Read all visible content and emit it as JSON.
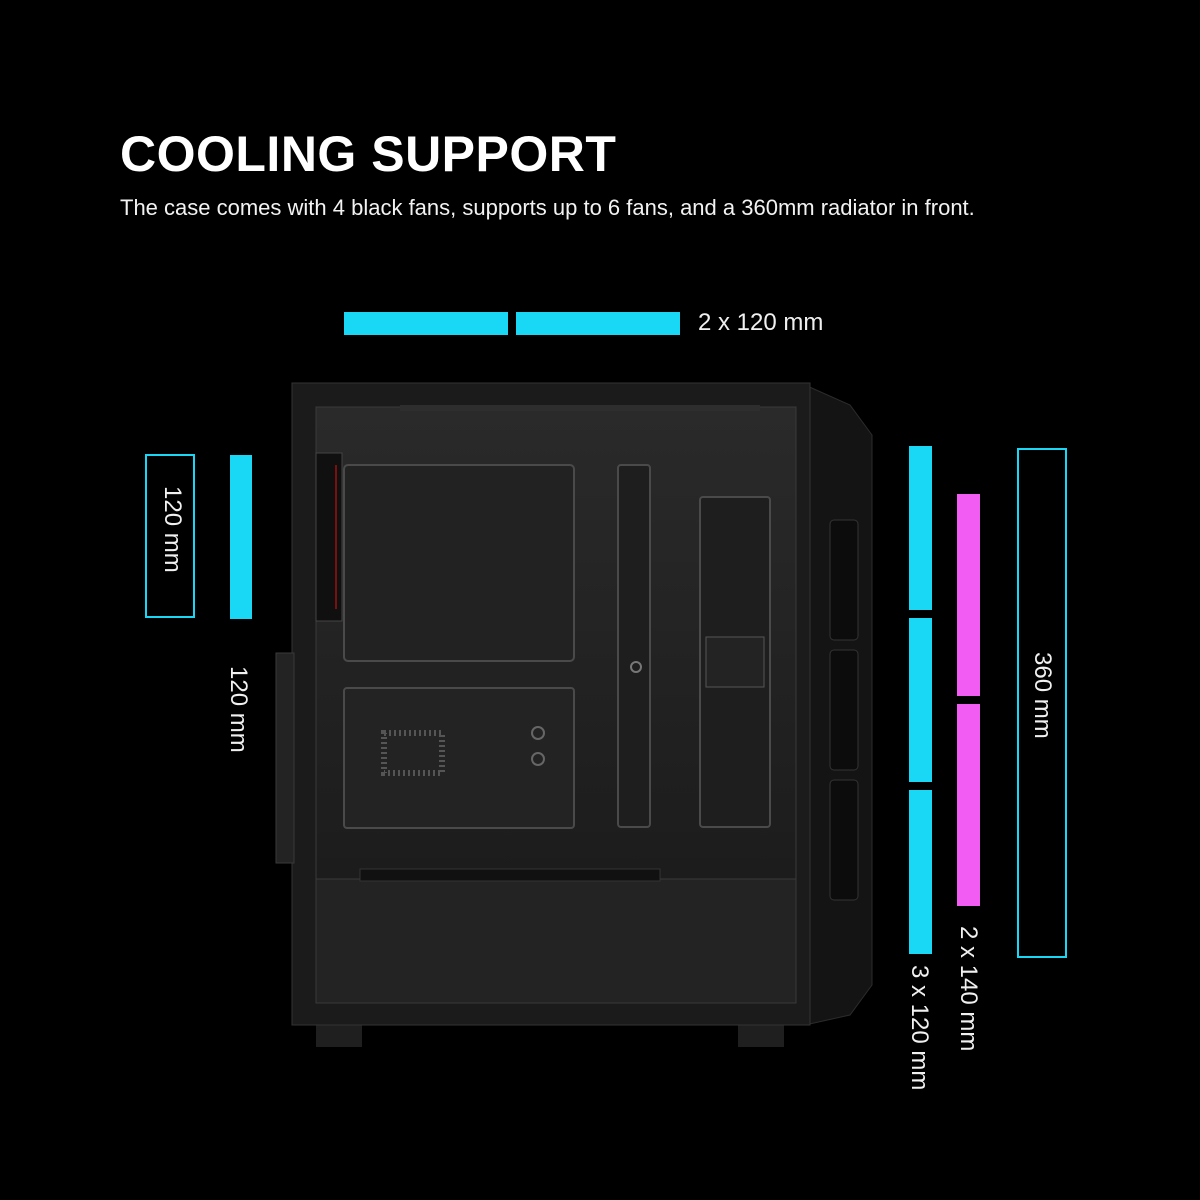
{
  "heading": {
    "title": "COOLING SUPPORT",
    "subtitle": "The case comes with 4 black fans, supports up to 6 fans, and a 360mm radiator in front."
  },
  "colors": {
    "background": "#000000",
    "cyan": "#19d8f6",
    "magenta": "#f25cf2",
    "case": "#1a1a1a"
  },
  "mounts": {
    "top": {
      "label": "2 x 120 mm",
      "fan_count": 2
    },
    "rear_box": {
      "label": "120 mm"
    },
    "rear": {
      "label": "120 mm",
      "fan_count": 1
    },
    "front_120": {
      "label": "3 x 120 mm",
      "fan_count": 3
    },
    "front_140": {
      "label": "2 x 140 mm",
      "fan_count": 2
    },
    "radiator": {
      "label": "360 mm"
    }
  },
  "product": {
    "image": "pc-case-side-view"
  }
}
